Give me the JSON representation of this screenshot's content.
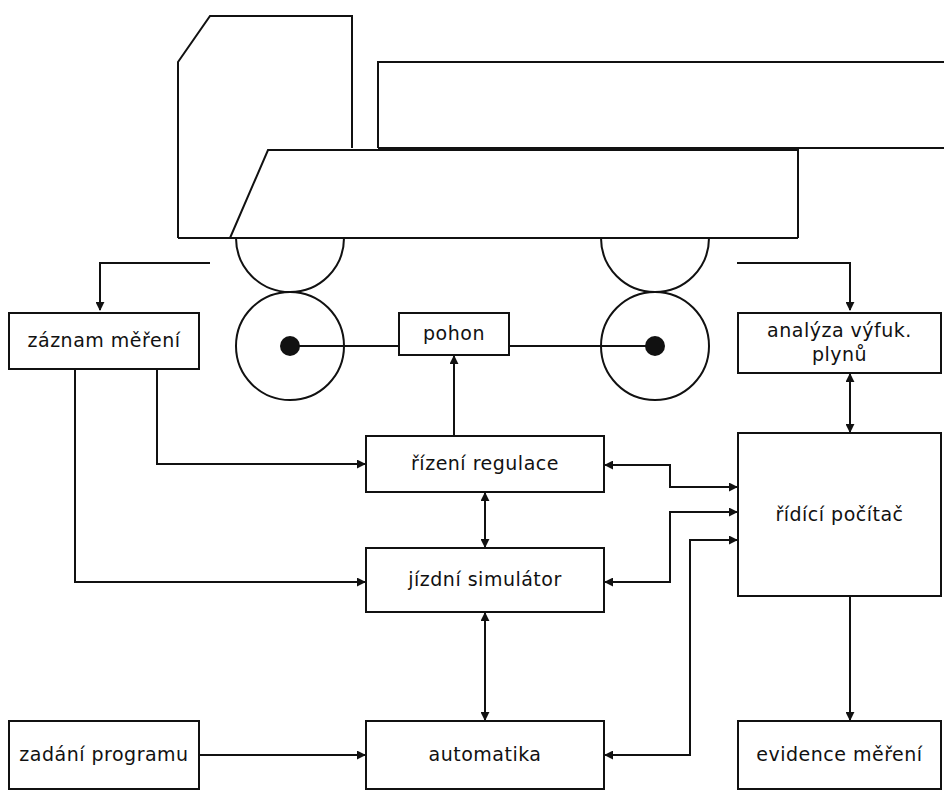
{
  "diagram": {
    "nodes": [
      {
        "text": [
          "záznam měření"
        ]
      },
      {
        "text": [
          "pohon"
        ]
      },
      {
        "text": [
          "analýza výfuk. plynů"
        ]
      },
      {
        "text": [
          "řízení regulace"
        ]
      },
      {
        "text": [
          "řídící počítač"
        ]
      },
      {
        "text": [
          "jízdní simulátor"
        ]
      },
      {
        "text": [
          "zadání programu"
        ]
      },
      {
        "text": [
          "automatika"
        ]
      },
      {
        "text": [
          "evidence měření"
        ]
      }
    ],
    "edges": [
      {
        "from": 0,
        "to": 3,
        "arrow": "to"
      },
      {
        "from": 0,
        "to": 5,
        "arrow": "to"
      },
      {
        "from": 3,
        "to": 1,
        "arrow": "to"
      },
      {
        "from": 3,
        "to": 5,
        "arrow": "both"
      },
      {
        "from": 5,
        "to": 7,
        "arrow": "both"
      },
      {
        "from": 6,
        "to": 7,
        "arrow": "to"
      },
      {
        "from": 2,
        "to": 4,
        "arrow": "both"
      },
      {
        "from": 3,
        "to": 4,
        "arrow": "both"
      },
      {
        "from": 5,
        "to": 4,
        "arrow": "both"
      },
      {
        "from": 7,
        "to": 4,
        "arrow": "both"
      },
      {
        "from": 4,
        "to": 8,
        "arrow": "to"
      }
    ]
  }
}
